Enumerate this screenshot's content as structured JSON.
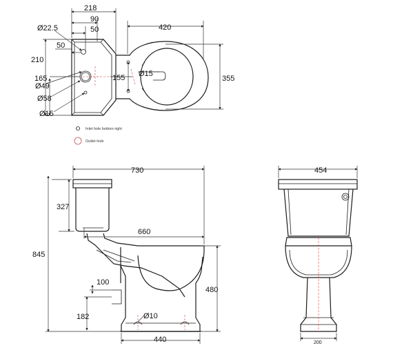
{
  "top_view": {
    "dims": {
      "w218": "218",
      "w90": "90",
      "w50a": "50",
      "d22": "Ø22.5",
      "w50b": "50",
      "h210": "210",
      "h165": "165",
      "d49": "Ø49",
      "d58": "Ø58",
      "d15a": "Ø15",
      "h155": "155",
      "d15b": "Ø15",
      "w420": "420",
      "h355": "355"
    },
    "legend": {
      "inlet": "Inlet hole bottom right",
      "outlet": "Outlet hole"
    }
  },
  "side_view": {
    "dims": {
      "w730": "730",
      "h327": "327",
      "w660": "660",
      "h845": "845",
      "h100": "100",
      "h182": "182",
      "d10": "Ø10",
      "h480": "480",
      "w440": "440"
    }
  },
  "front_view": {
    "dims": {
      "w454": "454",
      "w200": "200"
    }
  },
  "colors": {
    "line": "#1a1a1a",
    "centerline": "#cc4444",
    "background": "#ffffff"
  }
}
